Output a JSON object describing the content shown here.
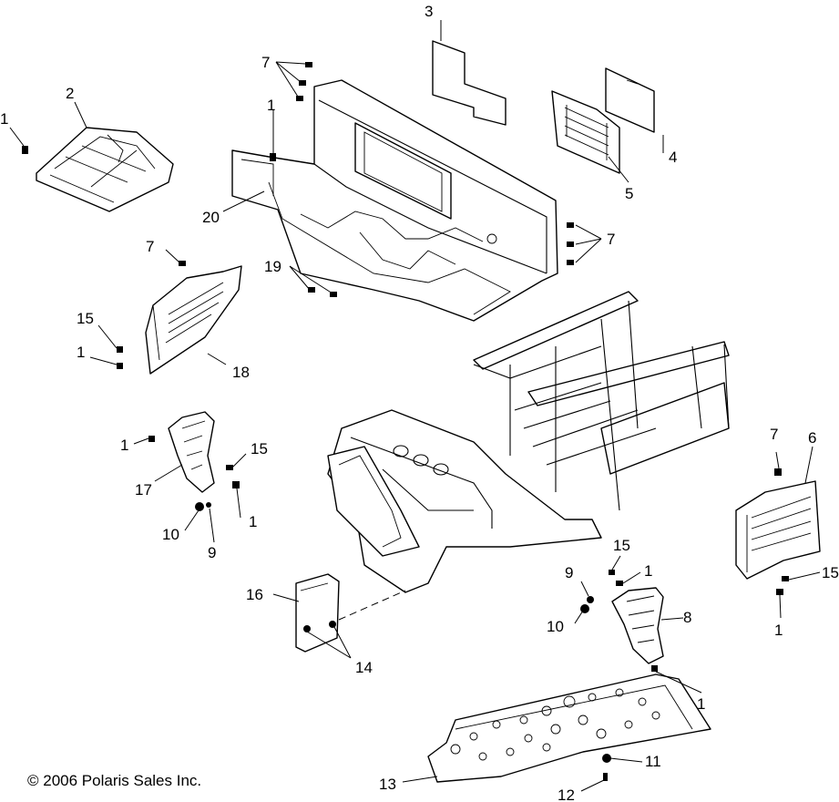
{
  "copyright": "© 2006 Polaris Sales Inc.",
  "callouts": {
    "c1a": "1",
    "c1b": "1",
    "c1c": "1",
    "c1d": "1",
    "c1e": "1",
    "c1f": "1",
    "c1g": "1",
    "c1h": "1",
    "c2": "2",
    "c3": "3",
    "c4": "4",
    "c5": "5",
    "c6": "6",
    "c7a": "7",
    "c7b": "7",
    "c7c": "7",
    "c7d": "7",
    "c8": "8",
    "c9a": "9",
    "c9b": "9",
    "c10a": "10",
    "c10b": "10",
    "c11": "11",
    "c12": "12",
    "c13": "13",
    "c14": "14",
    "c15a": "15",
    "c15b": "15",
    "c15c": "15",
    "c15d": "15",
    "c16": "16",
    "c17": "17",
    "c18": "18",
    "c19": "19",
    "c20": "20"
  }
}
